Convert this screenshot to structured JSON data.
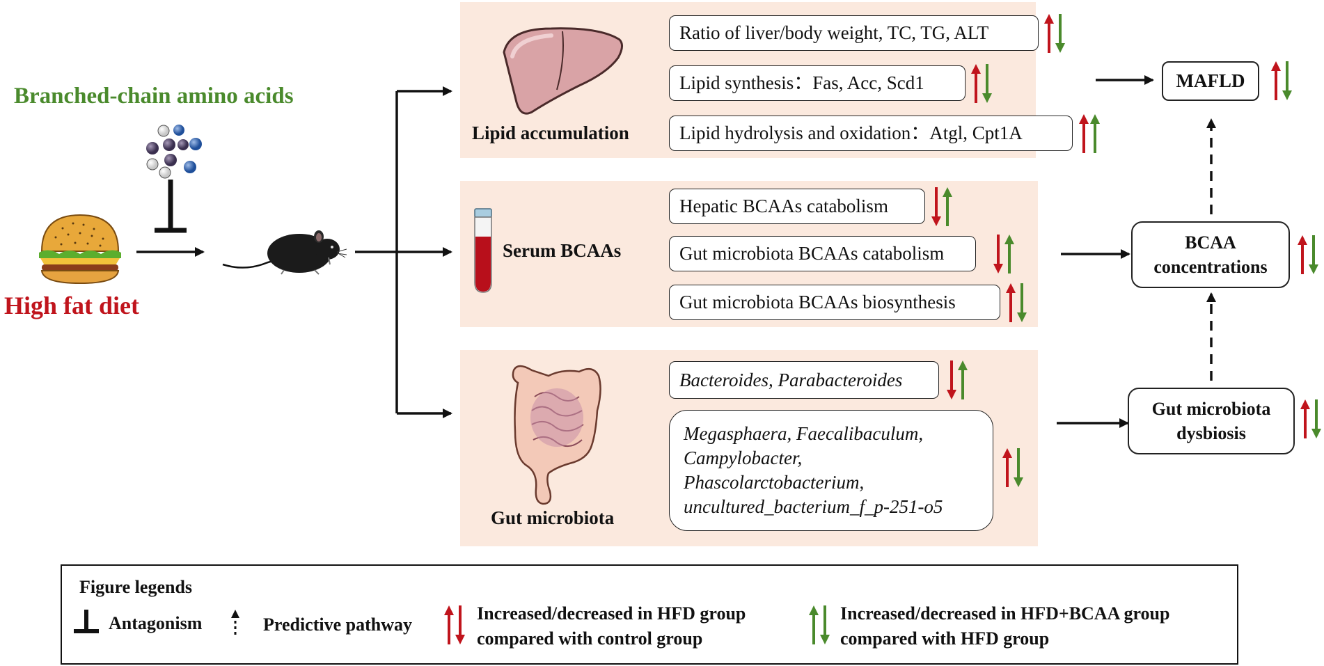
{
  "left": {
    "bcaa_title": "Branched-chain amino acids",
    "diet_label": "High fat diet",
    "bcaa_color": "#4a8a2c",
    "diet_color": "#c0141c"
  },
  "panels": {
    "lipid": {
      "label": "Lipid accumulation",
      "items": [
        {
          "text": "Ratio of liver/body weight, TC, TG, ALT",
          "arrows": "red-up-green-down"
        },
        {
          "text": "Lipid synthesis：Fas, Acc, Scd1",
          "arrows": "red-up-green-down"
        },
        {
          "text": "Lipid hydrolysis and oxidation：Atgl, Cpt1A",
          "arrows": "red-up-green-up"
        }
      ]
    },
    "serum": {
      "label": "Serum BCAAs",
      "items": [
        {
          "text": "Hepatic BCAAs catabolism",
          "arrows": "red-down-green-up"
        },
        {
          "text": "Gut microbiota BCAAs catabolism",
          "arrows": "red-down-green-up"
        },
        {
          "text": "Gut microbiota BCAAs biosynthesis",
          "arrows": "red-up-green-down"
        }
      ]
    },
    "gut": {
      "label": "Gut microbiota",
      "item1": "Bacteroides, Parabacteroides",
      "item2_lines": [
        "Megasphaera, Faecalibaculum,",
        "Campylobacter,",
        "Phascolarctobacterium,",
        "uncultured_bacterium_f_p-251-o5"
      ]
    }
  },
  "outcomes": {
    "mafld": "MAFLD",
    "bcaa_conc": [
      "BCAA",
      "concentrations"
    ],
    "dysbiosis": [
      "Gut microbiota",
      "dysbiosis"
    ]
  },
  "legend": {
    "title": "Figure legends",
    "antagonism": "Antagonism",
    "predictive": "Predictive pathway",
    "hfd": [
      "Increased/decreased in HFD group",
      "compared with control group"
    ],
    "hfd_bcaa": [
      "Increased/decreased in HFD+BCAA group",
      "compared with HFD group"
    ]
  },
  "colors": {
    "red": "#c0141c",
    "green": "#4a8a2c",
    "panel": "#fbe9de"
  }
}
